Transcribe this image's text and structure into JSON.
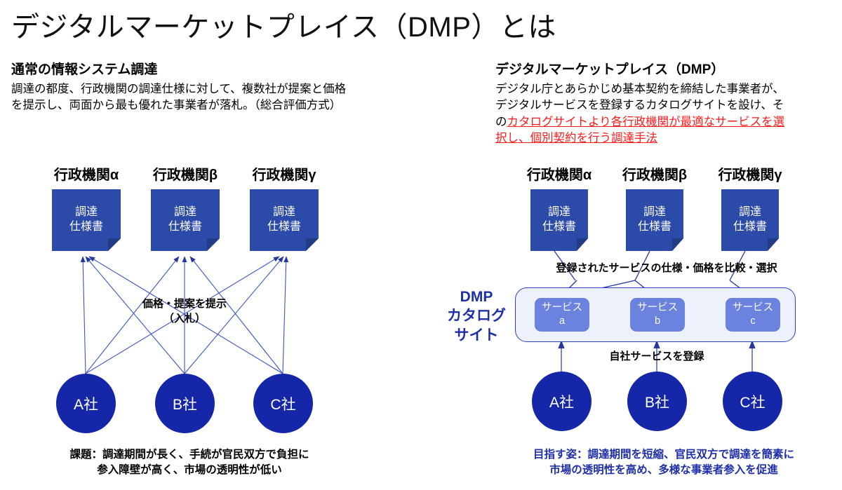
{
  "slide": {
    "title": "デジタルマーケットプレイス（DMP）とは",
    "accent_blue": "#1f2fa8",
    "box_blue": "#2c4ba8",
    "circle_blue": "#1526a8",
    "service_blue": "#6b82de",
    "catalog_fill": "#edf1fc",
    "highlight_red": "#ff1a1a"
  },
  "left": {
    "heading": "通常の情報システム調達",
    "body_line1": "調達の都度、行政機関の調達仕様に対して、複数社が提案と価格",
    "body_line2": "を提示し、両面から最も優れた事業者が落札。（総合評価方式）",
    "agencies": [
      {
        "label": "行政機関α",
        "doc_line1": "調達",
        "doc_line2": "仕様書"
      },
      {
        "label": "行政機関β",
        "doc_line1": "調達",
        "doc_line2": "仕様書"
      },
      {
        "label": "行政機関γ",
        "doc_line1": "調達",
        "doc_line2": "仕様書"
      }
    ],
    "middle_caption_line1": "価格・提案を提示",
    "middle_caption_line2": "（入札）",
    "companies": [
      {
        "label": "A社"
      },
      {
        "label": "B社"
      },
      {
        "label": "C社"
      }
    ],
    "footer_line1": "課題：調達期間が長く、手続が官民双方で負担に",
    "footer_line2": "参入障壁が高く、市場の透明性が低い"
  },
  "right": {
    "heading": "デジタルマーケットプレイス（DMP）",
    "body_line1": "デジタル庁とあらかじめ基本契約を締結した事業者が、",
    "body_line2": "デジタルサービスを登録するカタログサイトを設け、そ",
    "body_line3_plain": "の",
    "body_line3_highlight": "カタログサイトより各行政機関が最適なサービスを選",
    "body_line4_highlight": "択し、個別契約を行う調達手法",
    "agencies": [
      {
        "label": "行政機関α",
        "doc_line1": "調達",
        "doc_line2": "仕様書"
      },
      {
        "label": "行政機関β",
        "doc_line1": "調達",
        "doc_line2": "仕様書"
      },
      {
        "label": "行政機関γ",
        "doc_line1": "調達",
        "doc_line2": "仕様書"
      }
    ],
    "select_caption": "登録されたサービスの仕様・価格を比較・選択",
    "dmp_label_line1": "DMP",
    "dmp_label_line2": "カタログ",
    "dmp_label_line3": "サイト",
    "services": [
      {
        "line1": "サービス",
        "line2": "a"
      },
      {
        "line1": "サービス",
        "line2": "b"
      },
      {
        "line1": "サービス",
        "line2": "c"
      }
    ],
    "register_caption": "自社サービスを登録",
    "companies": [
      {
        "label": "A社"
      },
      {
        "label": "B社"
      },
      {
        "label": "C社"
      }
    ],
    "footer_line1": "目指す姿：調達期間を短縮、官民双方で調達を簡素に",
    "footer_line2": "市場の透明性を高め、多様な事業者参入を促進"
  }
}
